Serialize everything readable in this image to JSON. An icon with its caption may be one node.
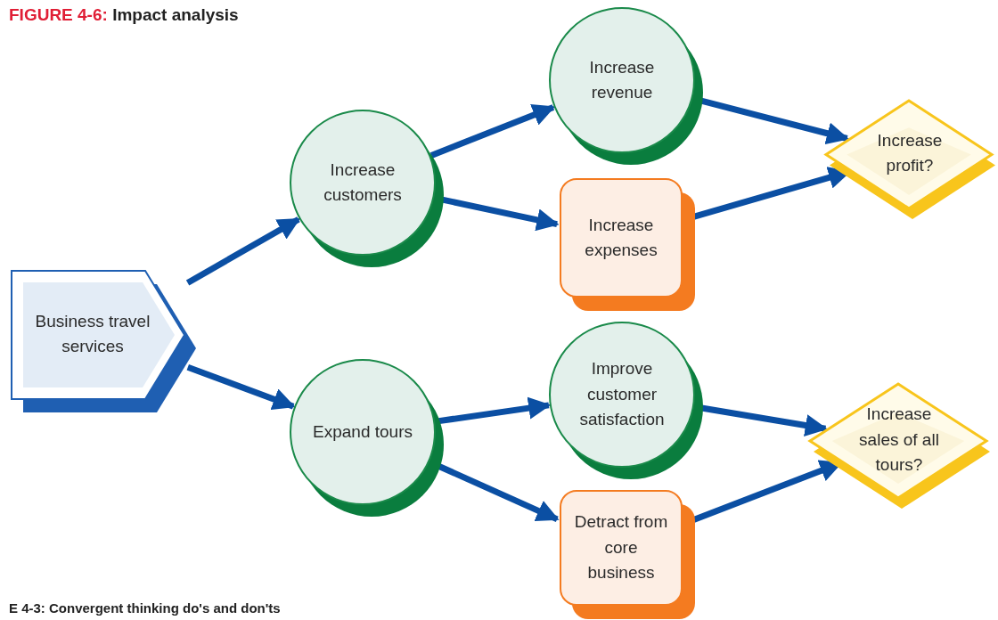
{
  "diagram": {
    "title": "FIGURE 4-6: Impact analysis",
    "nodes": [
      {
        "text": [
          "Business travel services"
        ]
      },
      {
        "text": [
          "Increase customers"
        ]
      },
      {
        "text": [
          "Expand tours"
        ]
      },
      {
        "text": [
          "Increase revenue"
        ]
      },
      {
        "text": [
          "Increase expenses"
        ]
      },
      {
        "text": [
          "Improve customer satisfaction"
        ]
      },
      {
        "text": [
          "Detract from core business"
        ]
      },
      {
        "text": [
          "Increase profit?"
        ]
      },
      {
        "text": [
          "Increase sales of all tours?"
        ]
      }
    ],
    "edges": [
      {
        "from": 0,
        "to": 1,
        "arrow": "to"
      },
      {
        "from": 0,
        "to": 2,
        "arrow": "to"
      },
      {
        "from": 1,
        "to": 3,
        "arrow": "to"
      },
      {
        "from": 1,
        "to": 4,
        "arrow": "to"
      },
      {
        "from": 2,
        "to": 5,
        "arrow": "to"
      },
      {
        "from": 2,
        "to": 6,
        "arrow": "to"
      },
      {
        "from": 3,
        "to": 7,
        "arrow": "to"
      },
      {
        "from": 4,
        "to": 7,
        "arrow": "to"
      },
      {
        "from": 5,
        "to": 8,
        "arrow": "to"
      },
      {
        "from": 6,
        "to": 8,
        "arrow": "to"
      }
    ],
    "labels": [
      "E 4-3: Convergent thinking do's and don'ts"
    ]
  }
}
